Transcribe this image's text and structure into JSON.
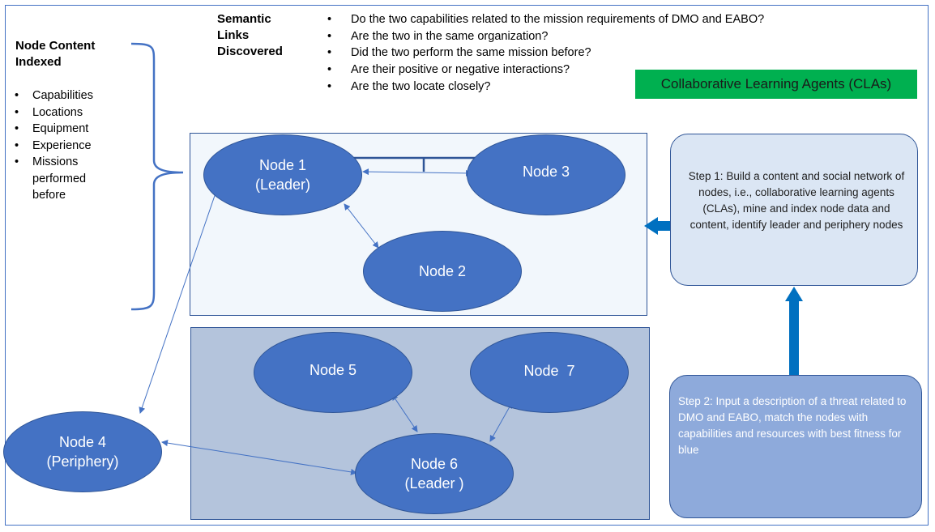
{
  "headings": {
    "semantic_links": "Semantic Links Discovered",
    "node_content": "Node Content Indexed"
  },
  "semantic_links": [
    "Do the two capabilities related to the mission requirements of DMO and EABO?",
    "Are the two in the same organization?",
    "Did the two perform the same mission before?",
    "Are their positive or negative interactions?",
    "Are the two locate closely?"
  ],
  "node_content": [
    "Capabilities",
    "Locations",
    "Equipment",
    "Experience",
    "Missions performed before"
  ],
  "cla_badge": "Collaborative Learning Agents (CLAs)",
  "nodes": {
    "node1": [
      "Node 1",
      "(Leader)"
    ],
    "node2": [
      "Node 2"
    ],
    "node3": [
      "Node 3"
    ],
    "node4": [
      "Node 4",
      "(Periphery)"
    ],
    "node5": [
      "Node 5"
    ],
    "node6": [
      "Node 6",
      "(Leader )"
    ],
    "node7": [
      "Node  7"
    ]
  },
  "steps": {
    "step1": "Step 1: Build a content and social network of nodes, i.e., collaborative learning agents (CLAs), mine and index node data and content, identify leader and periphery nodes",
    "step2": "Step 2: Input a description of a threat related to DMO and EABO, match the nodes with  capabilities and resources with best fitness for blue"
  },
  "colors": {
    "node_fill": "#4472c4",
    "node_border": "#2f5597",
    "arrow": "#4472c4",
    "block_arrow": "#0070c0",
    "badge": "#00b050",
    "top_panel": "#f2f7fc",
    "bottom_panel": "#b4c4dc"
  }
}
